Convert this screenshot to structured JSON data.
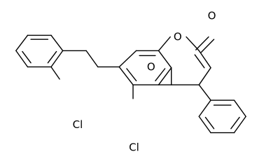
{
  "molecule": {
    "atoms": {
      "carbonyl_oxygen": "O",
      "ring_oxygen": "O",
      "ether_oxygen": "O",
      "ring_chlorine": "Cl",
      "benzyl_chlorine": "Cl"
    }
  }
}
